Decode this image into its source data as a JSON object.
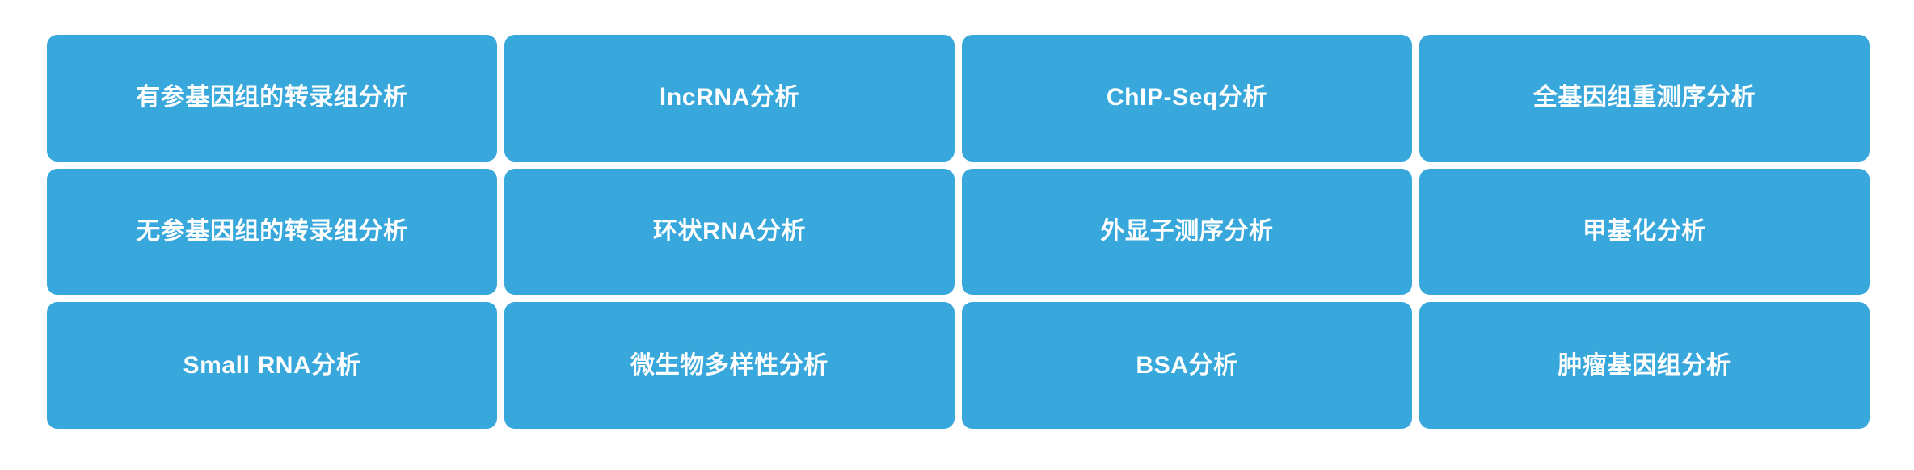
{
  "page": {
    "background_color": "#ffffff",
    "card_color": "#38a8dc",
    "text_color": "#ffffff",
    "columns": 4,
    "rows": 3
  },
  "grid": {
    "cards": [
      {
        "label": "有参基因组的转录组分析"
      },
      {
        "label": "lncRNA分析"
      },
      {
        "label": "ChIP-Seq分析"
      },
      {
        "label": "全基因组重测序分析"
      },
      {
        "label": "无参基因组的转录组分析"
      },
      {
        "label": "环状RNA分析"
      },
      {
        "label": "外显子测序分析"
      },
      {
        "label": "甲基化分析"
      },
      {
        "label": "Small RNA分析"
      },
      {
        "label": "微生物多样性分析"
      },
      {
        "label": "BSA分析"
      },
      {
        "label": "肿瘤基因组分析"
      }
    ]
  }
}
